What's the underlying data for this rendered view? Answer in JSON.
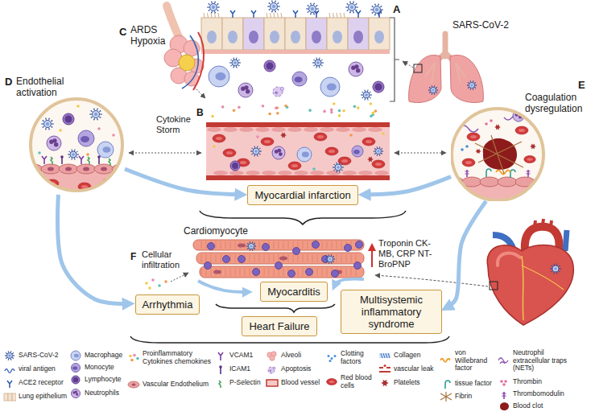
{
  "diagram": {
    "nodes": [
      {
        "text": [
          "Endothelial activation"
        ]
      },
      {
        "text": [
          "Coagulation dysregulation"
        ]
      },
      {
        "text": [
          "Myocardial infarction"
        ]
      },
      {
        "text": [
          "Myocarditis"
        ]
      },
      {
        "text": [
          "Arrhythmia"
        ]
      },
      {
        "text": [
          "Heart Failure"
        ]
      },
      {
        "text": [
          "Multisystemic inflammatory syndrome"
        ]
      }
    ],
    "edges": [
      {
        "from": 0,
        "to": 2,
        "arrow": "to"
      },
      {
        "from": 1,
        "to": 2,
        "arrow": "to"
      },
      {
        "from": 0,
        "to": 4,
        "arrow": "to"
      },
      {
        "from": 1,
        "to": 6,
        "arrow": "to"
      }
    ],
    "labels": [
      "A",
      "SARS-CoV-2",
      "C",
      "ARDS Hypoxia",
      "B",
      "Cytokine Storm",
      "D",
      "E",
      "F",
      "Cardiomyocyte",
      "Cellular infiltration",
      "Troponin CK-MB, CRP NT-BroPNP"
    ],
    "legend": [
      {
        "text": "SARS-CoV-2"
      },
      {
        "text": "viral antigen"
      },
      {
        "text": "ACE2 receptor"
      },
      {
        "text": "Lung epithelium"
      },
      {
        "text": "Macrophage"
      },
      {
        "text": "Monocyte"
      },
      {
        "text": "Lymphocyte"
      },
      {
        "text": "Neutrophils"
      },
      {
        "text": "Proinflammatory Cytokines chemokines"
      },
      {
        "text": "Vascular Endothelium"
      },
      {
        "text": "VCAM1"
      },
      {
        "text": "ICAM1"
      },
      {
        "text": "P-Selectin"
      },
      {
        "text": "Alveoli"
      },
      {
        "text": "Apoptosis"
      },
      {
        "text": "Blood vessel"
      },
      {
        "text": "Clotting factors"
      },
      {
        "text": "Red blood cells"
      },
      {
        "text": "Collagen"
      },
      {
        "text": "vascular leak"
      },
      {
        "text": "Platelets"
      },
      {
        "text": "von Willebrand factor"
      },
      {
        "text": "tissue factor"
      },
      {
        "text": "Fibrin"
      },
      {
        "text": "Neutrophil extracellular traps (NETs)"
      },
      {
        "text": "Thrombin"
      },
      {
        "text": "Thrombomodulin"
      },
      {
        "text": "Blood clot"
      }
    ]
  }
}
